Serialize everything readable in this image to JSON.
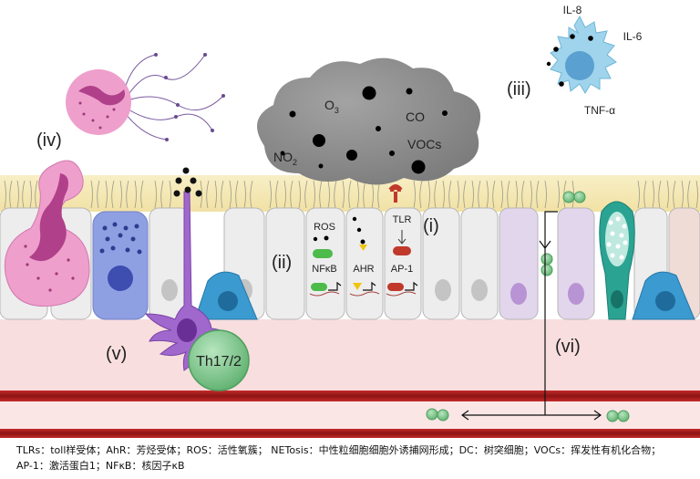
{
  "labels": {
    "i": "(i)",
    "ii": "(ii)",
    "iii": "(iii)",
    "iv": "(iv)",
    "v": "(v)",
    "vi": "(vi)"
  },
  "pollution_cloud": {
    "o3": "O",
    "o3_sub": "3",
    "co": "CO",
    "no2": "NO",
    "no2_sub": "2",
    "vocs": "VOCs"
  },
  "receptor_labels": {
    "ros": "ROS",
    "nfkb": "NFκB",
    "ahr": "AHR",
    "tlr": "TLR",
    "ap1": "AP-1"
  },
  "cytokines": {
    "il8": "IL-8",
    "il6": "IL-6",
    "tnfa": "TNF-α"
  },
  "th_cell": "Th17/2",
  "caption": {
    "line1": "TLRs：toll样受体；AhR：芳烃受体；ROS：活性氧簇； NETosis：中性粒细胞细胞外诱捕网形成；DC：树突细胞；VOCs：挥发性有机化合物；",
    "line2": "AP-1：激活蛋白1；NFκB：核因子κB"
  },
  "colors": {
    "mucus": "#f5e9b4",
    "epithelial_cell": "#ececec",
    "tissue": "#f7dcdc",
    "blood_vessel": "#a81d1d",
    "cloud": "#8e8e8e",
    "neutrophil": "#e59ac9",
    "dendritic_cell": "#9b62c9",
    "th_cell": "#7cc48a",
    "macrophage": "#9fd4ec",
    "basal_cell": "#3f9fcf",
    "mast_cell": "#8f9fe0",
    "goblet_cell": "#2aa393"
  }
}
